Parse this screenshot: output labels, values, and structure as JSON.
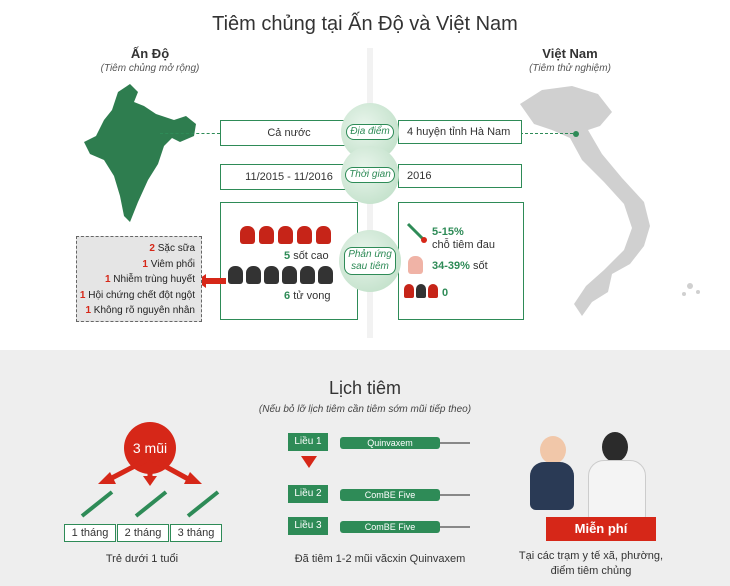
{
  "title": "Tiêm chủng  tại Ấn Độ và Việt Nam",
  "india": {
    "name": "Ấn Độ",
    "note": "(Tiêm chủng mở rộng)"
  },
  "vietnam": {
    "name": "Việt Nam",
    "note": "(Tiêm thử nghiệm)"
  },
  "rows": {
    "location": {
      "label": "Địa điểm",
      "india": "Cả nước",
      "vietnam": "4 huyện tỉnh Hà Nam"
    },
    "time": {
      "label": "Thời gian",
      "india": "11/2015 - 11/2016",
      "vietnam": "2016"
    },
    "reaction": {
      "label1": "Phản ứng",
      "label2": "sau tiêm"
    }
  },
  "india_reactions": {
    "fever_count": "5",
    "fever_label": "sốt cao",
    "death_count": "6",
    "death_label": "tử vong"
  },
  "death_reasons": [
    {
      "count": "2",
      "label": "Sặc sữa"
    },
    {
      "count": "1",
      "label": "Viêm phổi"
    },
    {
      "count": "1",
      "label": "Nhiễm trùng huyết"
    },
    {
      "count": "1",
      "label": "Hội chứng chết đột ngột"
    },
    {
      "count": "1",
      "label": "Không rõ nguyên nhân"
    }
  ],
  "vietnam_reactions": {
    "pain_pct": "5-15%",
    "pain_label": "chỗ tiêm đau",
    "fever_pct": "34-39%",
    "fever_label": "sốt",
    "death": "0"
  },
  "schedule": {
    "title": "Lịch tiêm",
    "subtitle": "(Nếu bỏ lỡ lịch tiêm cần tiêm sớm mũi tiếp theo)",
    "doses_badge": "3 mũi",
    "months": [
      "1 tháng",
      "2 tháng",
      "3 tháng"
    ],
    "left_caption": "Trẻ dưới 1 tuổi",
    "lieu": [
      {
        "label": "Liều 1",
        "vaccine": "Quinvaxem"
      },
      {
        "label": "Liều 2",
        "vaccine": "ComBE Five"
      },
      {
        "label": "Liều 3",
        "vaccine": "ComBE Five"
      }
    ],
    "middle_caption": "Đã tiêm 1-2 mũi văcxin Quinvaxem",
    "free_label": "Miễn phí",
    "right_caption_1": "Tại các trạm y tế xã, phường,",
    "right_caption_2": "điểm tiêm chủng"
  },
  "colors": {
    "green": "#2e8b57",
    "red": "#d62718",
    "grey_map": "#d0d0d0"
  }
}
